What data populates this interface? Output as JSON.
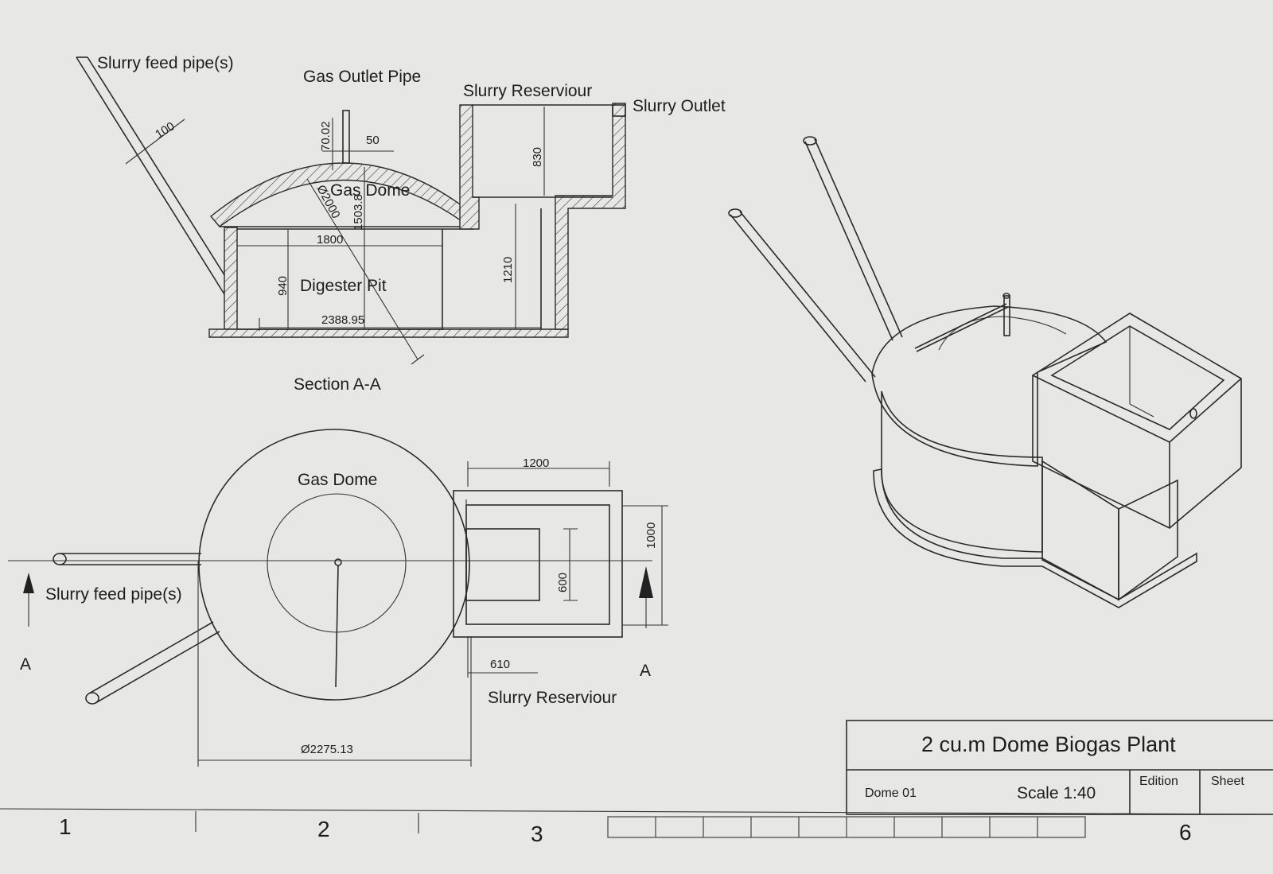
{
  "section_view": {
    "labels": {
      "slurry_feed_pipes": "Slurry feed pipe(s)",
      "gas_outlet_pipe": "Gas Outlet Pipe",
      "slurry_reservoir": "Slurry Reserviour",
      "slurry_outlet": "Slurry Outlet",
      "gas_dome": "Gas Dome",
      "digester_pit": "Digester Pit",
      "section_caption": "Section A-A"
    },
    "dims": {
      "pipe_dia": "100",
      "outlet_height": "70.02",
      "outlet_dia": "50",
      "dome_dia": "Ø2000",
      "dome_height": "1503.8",
      "pit_width": "1800",
      "pit_depth": "940",
      "base_width": "2388.95",
      "reservoir_depth": "830",
      "reservoir_height": "1210"
    }
  },
  "plan_view": {
    "labels": {
      "gas_dome": "Gas Dome",
      "slurry_feed_pipes": "Slurry feed pipe(s)",
      "slurry_reservoir": "Slurry Reserviour",
      "section_mark_left": "A",
      "section_mark_right": "A"
    },
    "dims": {
      "reservoir_width": "1200",
      "reservoir_depth": "1000",
      "opening": "600",
      "offset": "610",
      "overall_dia": "Ø2275.13"
    }
  },
  "title_block": {
    "title": "2 cu.m Dome Biogas Plant",
    "drawing_id": "Dome 01",
    "scale": "Scale 1:40",
    "edition_label": "Edition",
    "sheet_label": "Sheet"
  },
  "zones": [
    "1",
    "2",
    "3",
    "6"
  ]
}
